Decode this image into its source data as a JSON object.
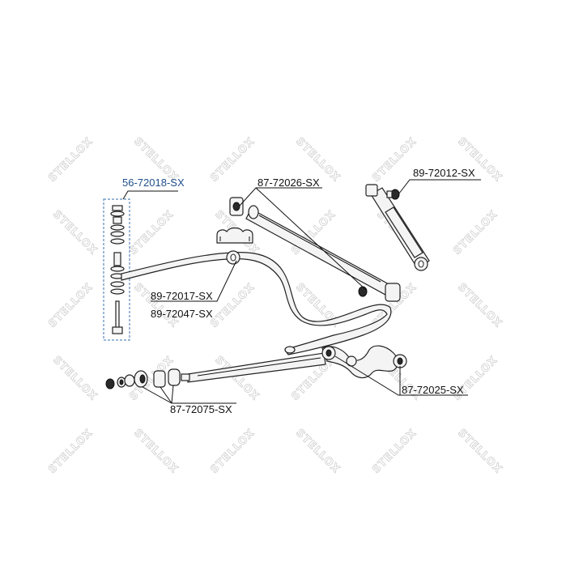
{
  "watermark_text": "STELLOX",
  "parts": {
    "p_56_72018": "56-72018-SX",
    "p_87_72026": "87-72026-SX",
    "p_89_72012": "89-72012-SX",
    "p_89_72017": "89-72017-SX",
    "p_89_72047": "89-72047-SX",
    "p_87_72025": "87-72025-SX",
    "p_87_72075": "87-72075-SX"
  },
  "colors": {
    "highlight_label": "#1f4f8c",
    "watermark": "#c9c9c9",
    "line": "#111111"
  }
}
